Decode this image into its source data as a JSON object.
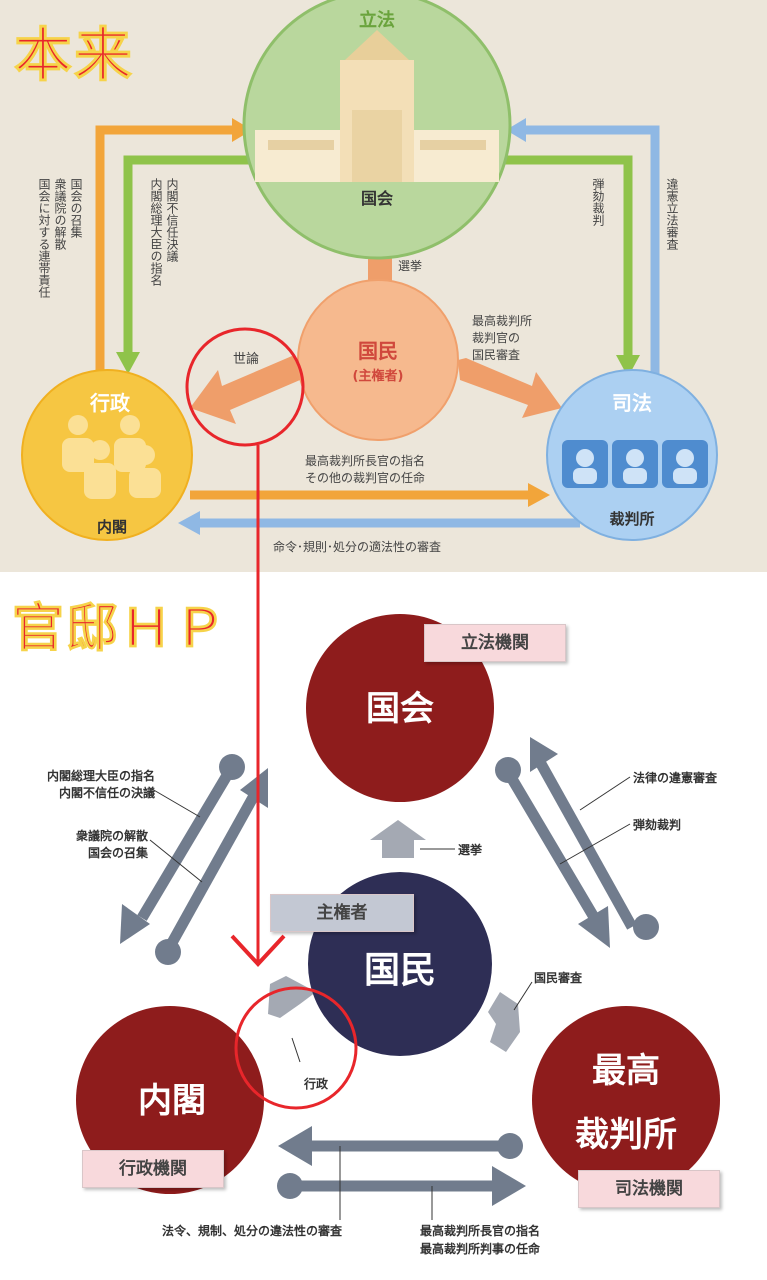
{
  "top": {
    "heading": "本来",
    "legislature": {
      "title": "立法",
      "label": "国会"
    },
    "people": {
      "title": "国民",
      "subtitle": "(主権者)"
    },
    "executive": {
      "title": "行政",
      "label": "内閣"
    },
    "judiciary": {
      "title": "司法",
      "label": "裁判所"
    },
    "arrows": {
      "people_to_legislature": "選挙",
      "people_to_executive": "世論",
      "people_to_judiciary": [
        "最高裁判所",
        "裁判官の",
        "国民審査"
      ],
      "executive_to_judiciary": [
        "最高裁判所長官の指名",
        "その他の裁判官の任命"
      ],
      "judiciary_to_executive": "命令･規則･処分の適法性の審査",
      "executive_to_legislature": [
        "国会の召集",
        "衆議院の解散",
        "国会に対する連帯責任"
      ],
      "legislature_to_executive": [
        "内閣不信任決議",
        "内閣総理大臣の指名"
      ],
      "legislature_to_judiciary": "弾劾裁判",
      "judiciary_to_legislature": "違憲立法審査"
    }
  },
  "bottom": {
    "heading": "官邸ＨＰ",
    "diet": {
      "label": "国会",
      "tag": "立法機関"
    },
    "people": {
      "label": "国民",
      "tag": "主権者"
    },
    "cabinet": {
      "label": "内閣",
      "tag": "行政機関"
    },
    "court": {
      "label_line1": "最高",
      "label_line2": "裁判所",
      "tag": "司法機関"
    },
    "annotations": {
      "diet_to_cabinet": [
        "内閣総理大臣の指名",
        "内閣不信任の決議"
      ],
      "cabinet_to_diet": [
        "衆議院の解散",
        "国会の召集"
      ],
      "court_to_diet": "法律の違憲審査",
      "diet_to_court": "弾劾裁判",
      "election": "選挙",
      "people_review": "国民審査",
      "administration": "行政",
      "court_to_cabinet": "法令、規制、処分の違法性の審査",
      "cabinet_to_court": [
        "最高裁判所長官の指名",
        "最高裁判所判事の任命"
      ]
    }
  },
  "colors": {
    "red": "#e8262b",
    "orange_arrow": "#f2a53a",
    "green_arrow": "#8fc34a",
    "blue_arrow": "#8fb8e4",
    "dark_red": "#8e1c1c",
    "navy": "#2e2e55",
    "gray_arrow": "#717c8d"
  }
}
